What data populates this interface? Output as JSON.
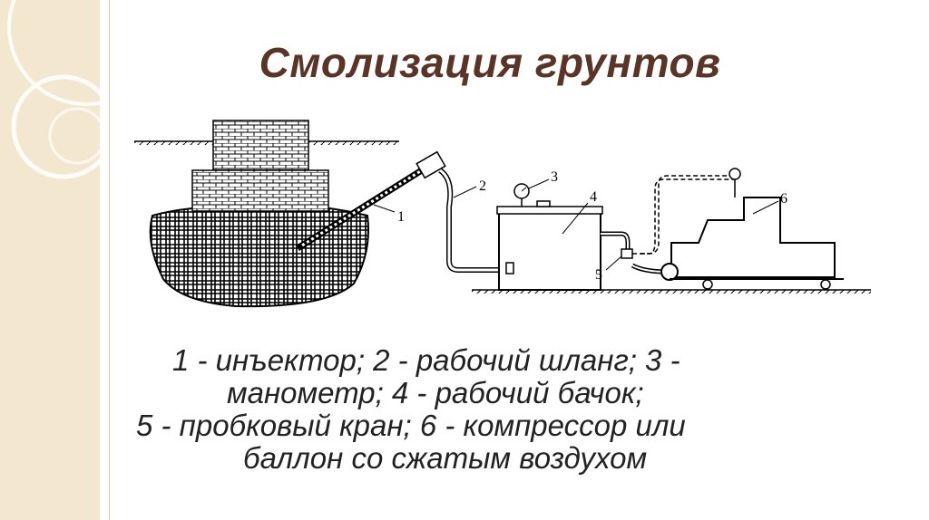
{
  "slide": {
    "title": "Смолизация грунтов",
    "accent_color": "#5a3527",
    "strip_color": "#f3e8cf"
  },
  "diagram": {
    "callouts": [
      "1",
      "2",
      "3",
      "4",
      "5",
      "6"
    ]
  },
  "legend": {
    "line1": "1 - инъектор; 2 - рабочий шланг; 3 -",
    "line2": "манометр;  4 - рабочий бачок;",
    "line3": "5 - пробковый кран; 6 - компрессор или",
    "line4": "баллон со сжатым воздухом"
  }
}
